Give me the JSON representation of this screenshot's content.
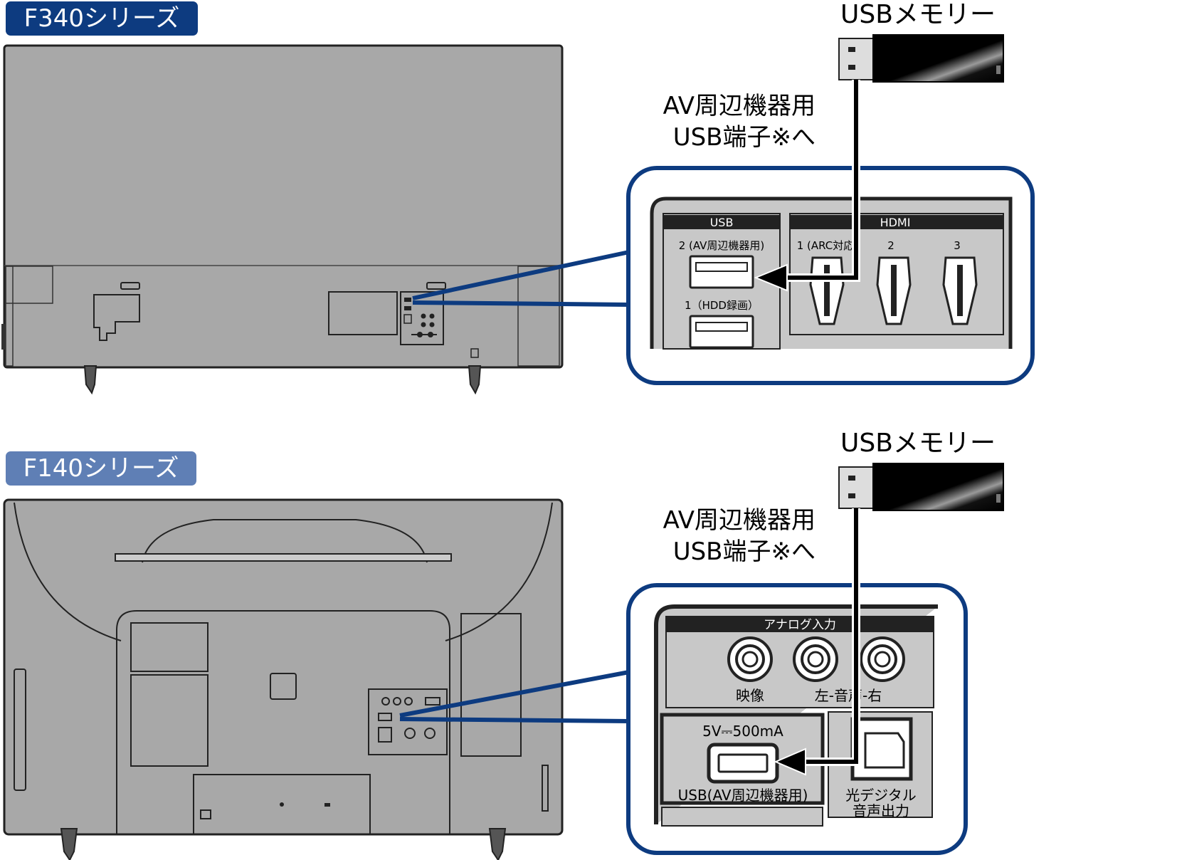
{
  "top": {
    "badge": "F340シリーズ",
    "usb_memory": "USBメモリー",
    "callout_line1": "AV周辺機器用",
    "callout_line2": "USB端子※へ",
    "usb_header": "USB",
    "usb_port2_label": "2 (AV周辺機器用)",
    "usb_port1_label": "1（HDD録画）",
    "hdmi_header": "HDMI",
    "hdmi_1": "1 (ARC対応",
    "hdmi_2": "2",
    "hdmi_3": "3"
  },
  "bottom": {
    "badge": "F140シリーズ",
    "usb_memory": "USBメモリー",
    "callout_line1": "AV周辺機器用",
    "callout_line2": "USB端子※へ",
    "analog_header": "アナログ入力",
    "video_label": "映像",
    "audio_label": "左-音声-右",
    "usb_rating": "5V⎓500mA",
    "usb_label": "USB(AV周辺機器用)",
    "optical_line1": "光デジタル",
    "optical_line2": "音声出力"
  },
  "colors": {
    "top_badge": "#0d3b80",
    "bottom_badge": "#5f7fb5",
    "callout_border": "#0d3b80",
    "tv_fill": "#a8a8a8",
    "panel_fill": "#c8c8c8"
  },
  "icons": [
    "usb-memory-icon",
    "usb-port-icon",
    "hdmi-port-icon",
    "rca-jack-icon",
    "optical-port-icon",
    "arrow-icon"
  ]
}
